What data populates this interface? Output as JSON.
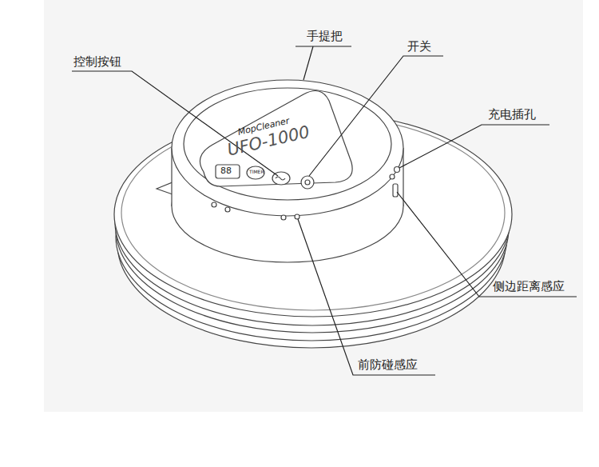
{
  "diagram": {
    "labels": [
      "控制按钮",
      "手提把",
      "开关",
      "MopCleaner",
      "UFO-1000",
      "88",
      "TIMER",
      "充电插孔",
      "侧边距离感应",
      "前防碰感应"
    ]
  }
}
